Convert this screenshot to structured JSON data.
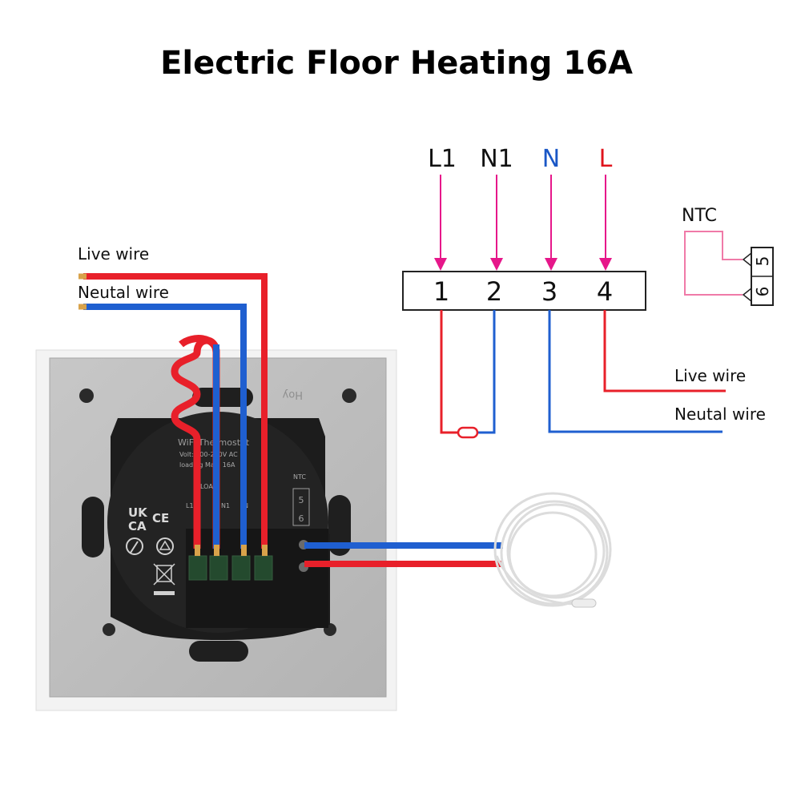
{
  "title": "Electric Floor Heating 16A",
  "colors": {
    "live": "#e8202a",
    "neutral": "#1f5fd0",
    "arrow": "#e6178a",
    "ntc_wire": "#f07aa8",
    "terminal_label_L": "#e0141c",
    "terminal_label_N": "#1a57c6"
  },
  "schematic": {
    "top_labels": [
      "L1",
      "N1",
      "N",
      "L"
    ],
    "terminal_numbers": [
      "1",
      "2",
      "3",
      "4"
    ],
    "load_live_label": "Live wire",
    "load_neutral_label": "Neutal wire",
    "ntc": {
      "label": "NTC",
      "pin_top": "5",
      "pin_bottom": "6"
    }
  },
  "photo": {
    "live_wire_label": "Live wire",
    "neutral_wire_label": "Neutal wire",
    "module_print": {
      "line1": "WiFi Thermostat",
      "line2": "Volt: 100-230V AC",
      "line3": "loading Max: 16A",
      "load_label": "LOAD",
      "terminal_labels": [
        "L1",
        "N1",
        "N",
        "L"
      ],
      "ntc_label": "NTC",
      "ntc_pins": [
        "5",
        "6"
      ],
      "certification_1": "UK",
      "certification_2": "CA",
      "certification_3": "CE"
    },
    "frame_emboss": "Hoy"
  }
}
